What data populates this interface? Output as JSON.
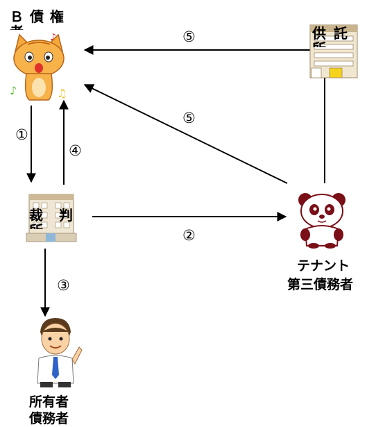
{
  "creditor": {
    "label_line1": "Ｂ 債 権",
    "label_line2": "者",
    "icon": "cat-icon"
  },
  "deposit_office": {
    "label_line1": "供 託",
    "label_line2": "所",
    "icon": "building-icon"
  },
  "court": {
    "label_line1": "裁 判",
    "label_line2": "所",
    "icon": "building-icon"
  },
  "tenant": {
    "label_line1": "テナント",
    "label_line2": "第三債務者",
    "icon": "panda-icon"
  },
  "owner": {
    "label_line1": "所有者",
    "label_line2": "債務者",
    "icon": "businessman-icon"
  },
  "steps": {
    "s1": "①",
    "s2": "②",
    "s3": "③",
    "s4": "④",
    "s5a": "⑤",
    "s5b": "⑤"
  }
}
